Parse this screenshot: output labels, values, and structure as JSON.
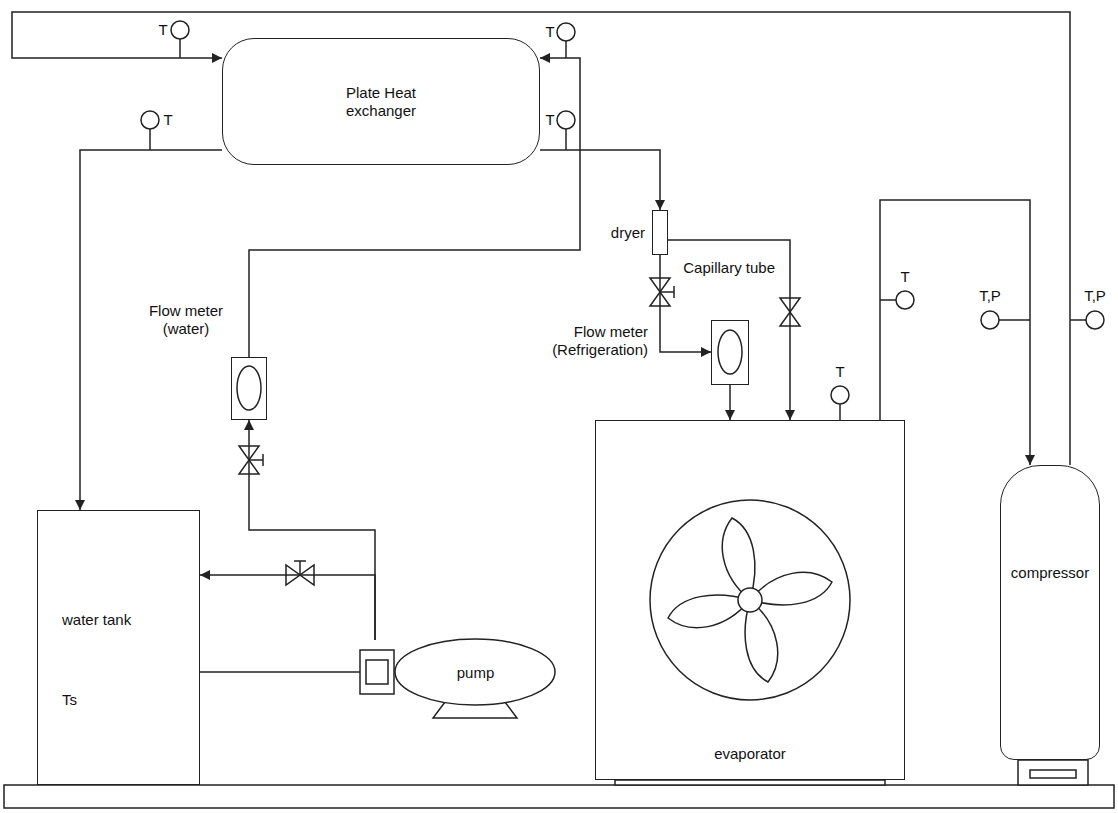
{
  "diagram": {
    "nodes": [
      {
        "text": [
          "Plate Heat exchanger"
        ]
      },
      {
        "text": [
          "dryer"
        ]
      },
      {
        "text": [
          "Flow meter (water)"
        ]
      },
      {
        "text": [
          "Flow meter (Refrigeration)"
        ]
      },
      {
        "text": [
          "water tank",
          "Ts"
        ]
      },
      {
        "text": [
          "pump"
        ]
      },
      {
        "text": [
          "evaporator"
        ]
      },
      {
        "text": [
          "compressor"
        ]
      }
    ],
    "edges": [
      {
        "from": 7,
        "to": 0,
        "arrow": "to"
      },
      {
        "from": 0,
        "to": 1,
        "arrow": "to"
      },
      {
        "from": 1,
        "to": 3,
        "arrow": "to"
      },
      {
        "from": 3,
        "to": 6,
        "arrow": "to"
      },
      {
        "from": 1,
        "to": 6,
        "arrow": "to"
      },
      {
        "from": 6,
        "to": 7,
        "arrow": "to"
      },
      {
        "from": 4,
        "to": 5,
        "arrow": "none"
      },
      {
        "from": 5,
        "to": 2,
        "arrow": "to"
      },
      {
        "from": 5,
        "to": 4,
        "arrow": "to"
      },
      {
        "from": 2,
        "to": 0,
        "arrow": "to"
      },
      {
        "from": 0,
        "to": 4,
        "arrow": "to"
      }
    ],
    "labels": [
      "T",
      "T",
      "T",
      "T",
      "T",
      "T",
      "T,P",
      "T,P",
      "Capillary tube"
    ]
  }
}
